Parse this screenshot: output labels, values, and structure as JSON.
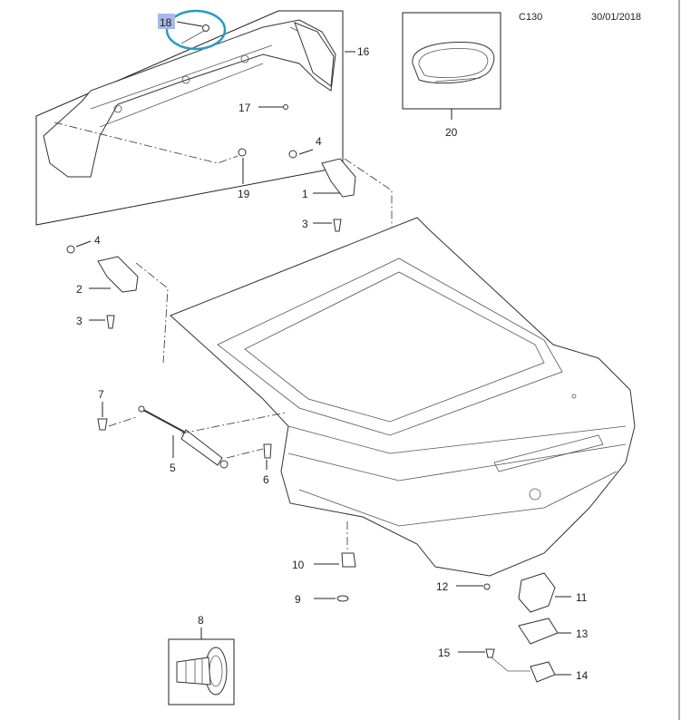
{
  "header": {
    "code": "C130",
    "date": "30/01/2018"
  },
  "highlight": {
    "label": "18",
    "box_color": "#a8b8e8",
    "circle_color": "#2a9cc0"
  },
  "callouts": [
    {
      "id": "c16",
      "label": "16"
    },
    {
      "id": "c17",
      "label": "17"
    },
    {
      "id": "c19",
      "label": "19"
    },
    {
      "id": "c4a",
      "label": "4"
    },
    {
      "id": "c1",
      "label": "1"
    },
    {
      "id": "c3a",
      "label": "3"
    },
    {
      "id": "c4b",
      "label": "4"
    },
    {
      "id": "c2",
      "label": "2"
    },
    {
      "id": "c3b",
      "label": "3"
    },
    {
      "id": "c7",
      "label": "7"
    },
    {
      "id": "c5",
      "label": "5"
    },
    {
      "id": "c6",
      "label": "6"
    },
    {
      "id": "c20",
      "label": "20"
    },
    {
      "id": "c10",
      "label": "10"
    },
    {
      "id": "c9",
      "label": "9"
    },
    {
      "id": "c12",
      "label": "12"
    },
    {
      "id": "c11",
      "label": "11"
    },
    {
      "id": "c13",
      "label": "13"
    },
    {
      "id": "c15",
      "label": "15"
    },
    {
      "id": "c14",
      "label": "14"
    },
    {
      "id": "c8",
      "label": "8"
    }
  ]
}
